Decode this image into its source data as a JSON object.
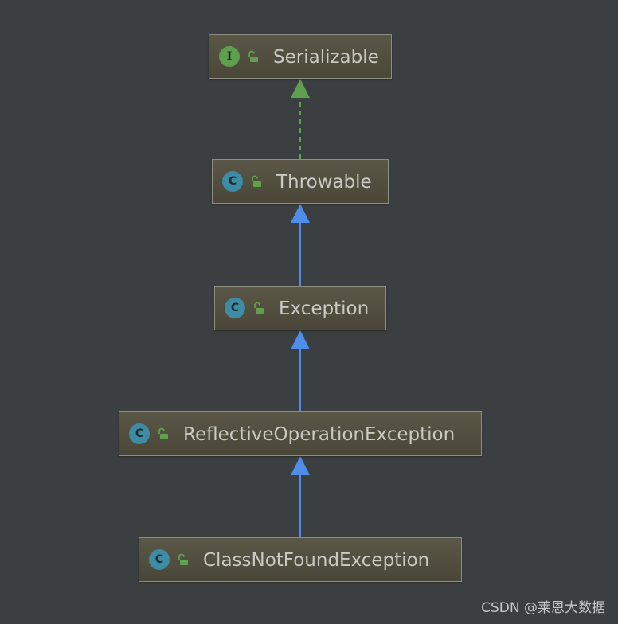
{
  "diagram": {
    "nodes": [
      {
        "id": "serializable",
        "kind": "interface",
        "badge": "I",
        "label": "Serializable"
      },
      {
        "id": "throwable",
        "kind": "class",
        "badge": "C",
        "label": "Throwable"
      },
      {
        "id": "exception",
        "kind": "class",
        "badge": "C",
        "label": "Exception"
      },
      {
        "id": "reflective",
        "kind": "class",
        "badge": "C",
        "label": "ReflectiveOperationException"
      },
      {
        "id": "classnotfound",
        "kind": "class",
        "badge": "C",
        "label": "ClassNotFoundException"
      }
    ],
    "edges": [
      {
        "from": "throwable",
        "to": "serializable",
        "type": "implements",
        "color": "#5f9f4e"
      },
      {
        "from": "exception",
        "to": "throwable",
        "type": "extends",
        "color": "#4f8ee8"
      },
      {
        "from": "reflective",
        "to": "exception",
        "type": "extends",
        "color": "#4f8ee8"
      },
      {
        "from": "classnotfound",
        "to": "reflective",
        "type": "extends",
        "color": "#4f8ee8"
      }
    ]
  },
  "watermark": "CSDN @莱恩大数据"
}
